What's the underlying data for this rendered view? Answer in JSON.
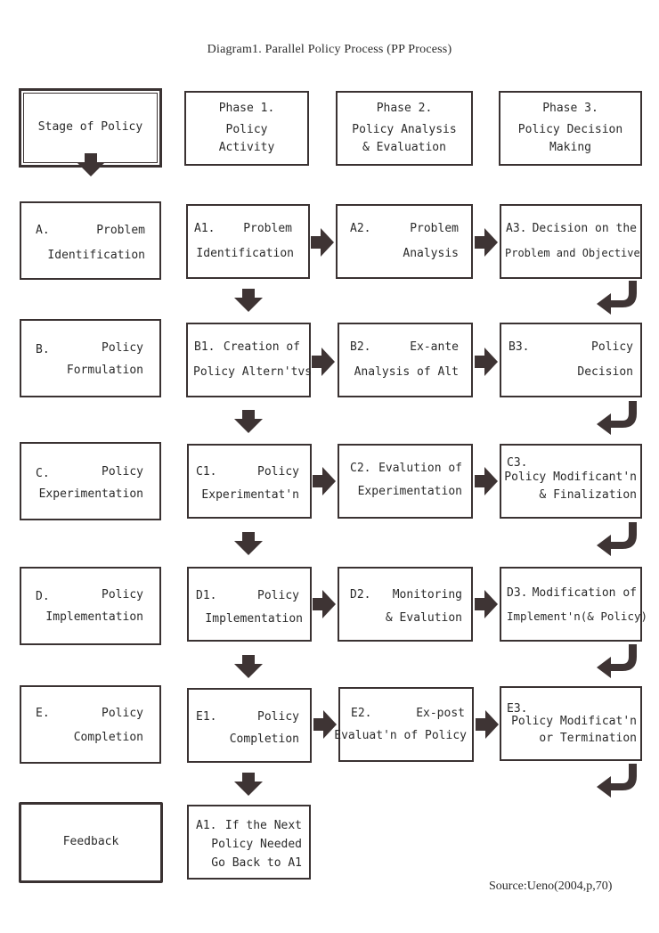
{
  "title": "Diagram1. Parallel Policy Process (PP Process)",
  "source": "Source:Ueno(2004,p,70)",
  "header": {
    "stage": "Stage of Policy",
    "phase1": [
      "Phase 1.",
      "Policy",
      "Activity"
    ],
    "phase2": [
      "Phase 2.",
      "Policy Analysis",
      "& Evaluation"
    ],
    "phase3": [
      "Phase 3.",
      "Policy Decision",
      "Making"
    ]
  },
  "rows": {
    "a": {
      "stage": [
        "A.",
        "Problem",
        "Identification"
      ],
      "p1": [
        "A1.",
        "Problem",
        "Identification"
      ],
      "p2": [
        "A2.",
        "Problem",
        "Analysis"
      ],
      "p3": [
        "A3.",
        "Decision on the",
        "Problem and Objective"
      ]
    },
    "b": {
      "stage": [
        "B.",
        "Policy",
        "Formulation"
      ],
      "p1": [
        "B1.",
        "Creation of",
        "Policy Altern'tvs"
      ],
      "p2": [
        "B2.",
        "Ex-ante",
        "Analysis of Alt"
      ],
      "p3": [
        "B3.",
        "Policy",
        "Decision"
      ]
    },
    "c": {
      "stage": [
        "C.",
        "Policy",
        "Experimentation"
      ],
      "p1": [
        "C1.",
        "Policy",
        "Experimentat'n"
      ],
      "p2": [
        "C2.",
        "Evalution of",
        "Experimentation"
      ],
      "p3": [
        "C3.",
        "Policy Modificant'n",
        "& Finalization"
      ]
    },
    "d": {
      "stage": [
        "D.",
        "Policy",
        "Implementation"
      ],
      "p1": [
        "D1.",
        "Policy",
        "Implementation"
      ],
      "p2": [
        "D2.",
        "Monitoring",
        "& Evalution"
      ],
      "p3": [
        "D3.",
        "Modification of",
        "Implement'n(& Policy)"
      ]
    },
    "e": {
      "stage": [
        "E.",
        "Policy",
        "Completion"
      ],
      "p1": [
        "E1.",
        "Policy",
        "Completion"
      ],
      "p2": [
        "E2.",
        "Ex-post",
        "Evaluat'n of Policy"
      ],
      "p3": [
        "E3.",
        "Policy Modificat'n",
        "or Termination"
      ]
    }
  },
  "feedback": {
    "label": "Feedback",
    "box": [
      "A1.",
      "If the Next",
      "Policy Needed",
      "Go Back to A1"
    ]
  },
  "colors": {
    "box_border": "#3a3232",
    "arrow": "#3e3434"
  }
}
